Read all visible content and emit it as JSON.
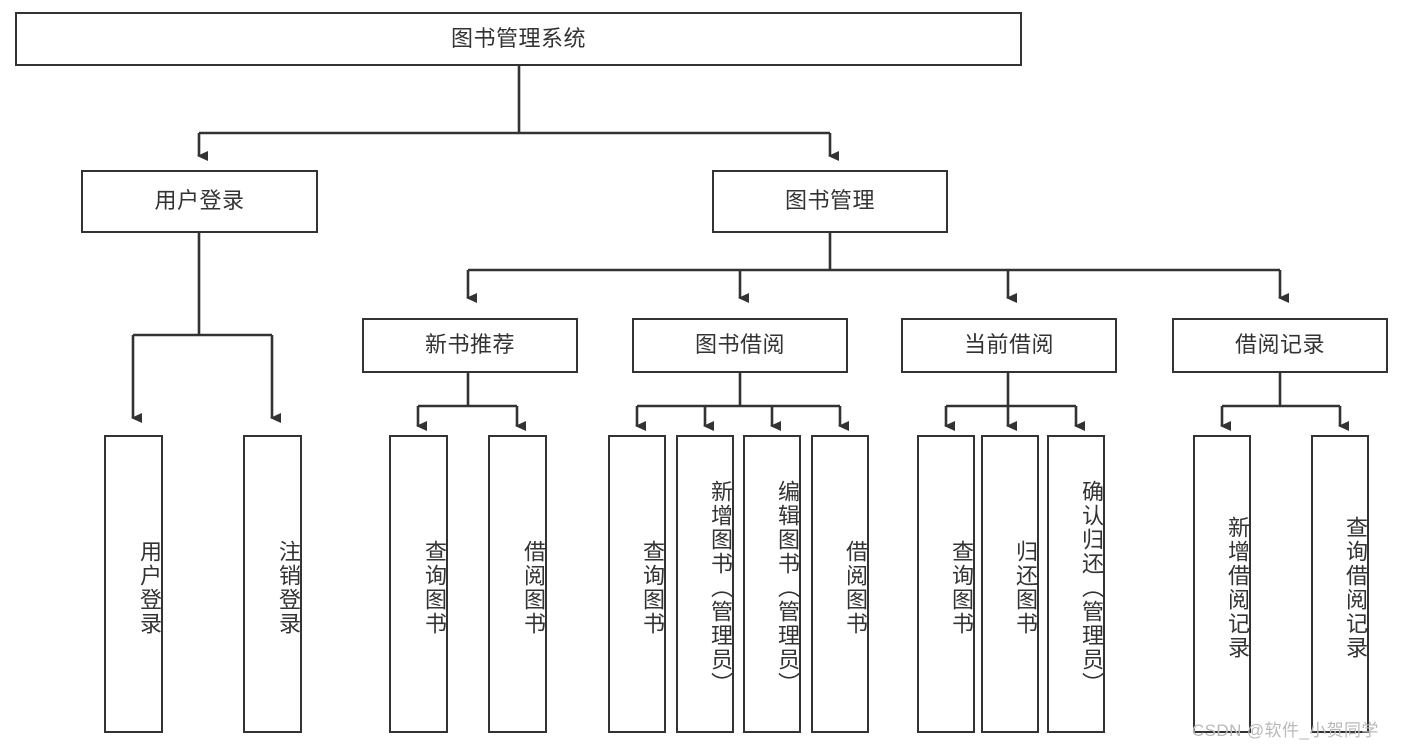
{
  "diagram": {
    "title": "图书管理系统",
    "background_color": "#ffffff",
    "line_color": "#333333",
    "text_color": "#333333",
    "root": {
      "label": "图书管理系统",
      "orientation": "horizontal"
    },
    "level2": [
      {
        "label": "用户登录",
        "orientation": "horizontal"
      },
      {
        "label": "图书管理",
        "orientation": "horizontal"
      }
    ],
    "level3": [
      {
        "label": "新书推荐",
        "orientation": "horizontal"
      },
      {
        "label": "图书借阅",
        "orientation": "horizontal"
      },
      {
        "label": "当前借阅",
        "orientation": "horizontal"
      },
      {
        "label": "借阅记录",
        "orientation": "horizontal"
      }
    ],
    "leaves": {
      "user_login": [
        {
          "label": "用户登录",
          "orientation": "vertical"
        },
        {
          "label": "注销登录",
          "orientation": "vertical"
        }
      ],
      "new_book_recommend": [
        {
          "label": "查询图书",
          "orientation": "vertical"
        },
        {
          "label": "借阅图书",
          "orientation": "vertical"
        }
      ],
      "book_borrow": [
        {
          "label": "查询图书",
          "orientation": "vertical"
        },
        {
          "label": "新增图书（管理员）",
          "orientation": "vertical"
        },
        {
          "label": "编辑图书（管理员）",
          "orientation": "vertical"
        },
        {
          "label": "借阅图书",
          "orientation": "vertical"
        }
      ],
      "current_borrow": [
        {
          "label": "查询图书",
          "orientation": "vertical"
        },
        {
          "label": "归还图书",
          "orientation": "vertical"
        },
        {
          "label": "确认归还（管理员）",
          "orientation": "vertical"
        }
      ],
      "borrow_record": [
        {
          "label": "新增借阅记录",
          "orientation": "vertical"
        },
        {
          "label": "查询借阅记录",
          "orientation": "vertical"
        }
      ]
    }
  },
  "watermark": {
    "text": "CSDN @软件_小贺同学",
    "color": "#b9b9b9"
  }
}
